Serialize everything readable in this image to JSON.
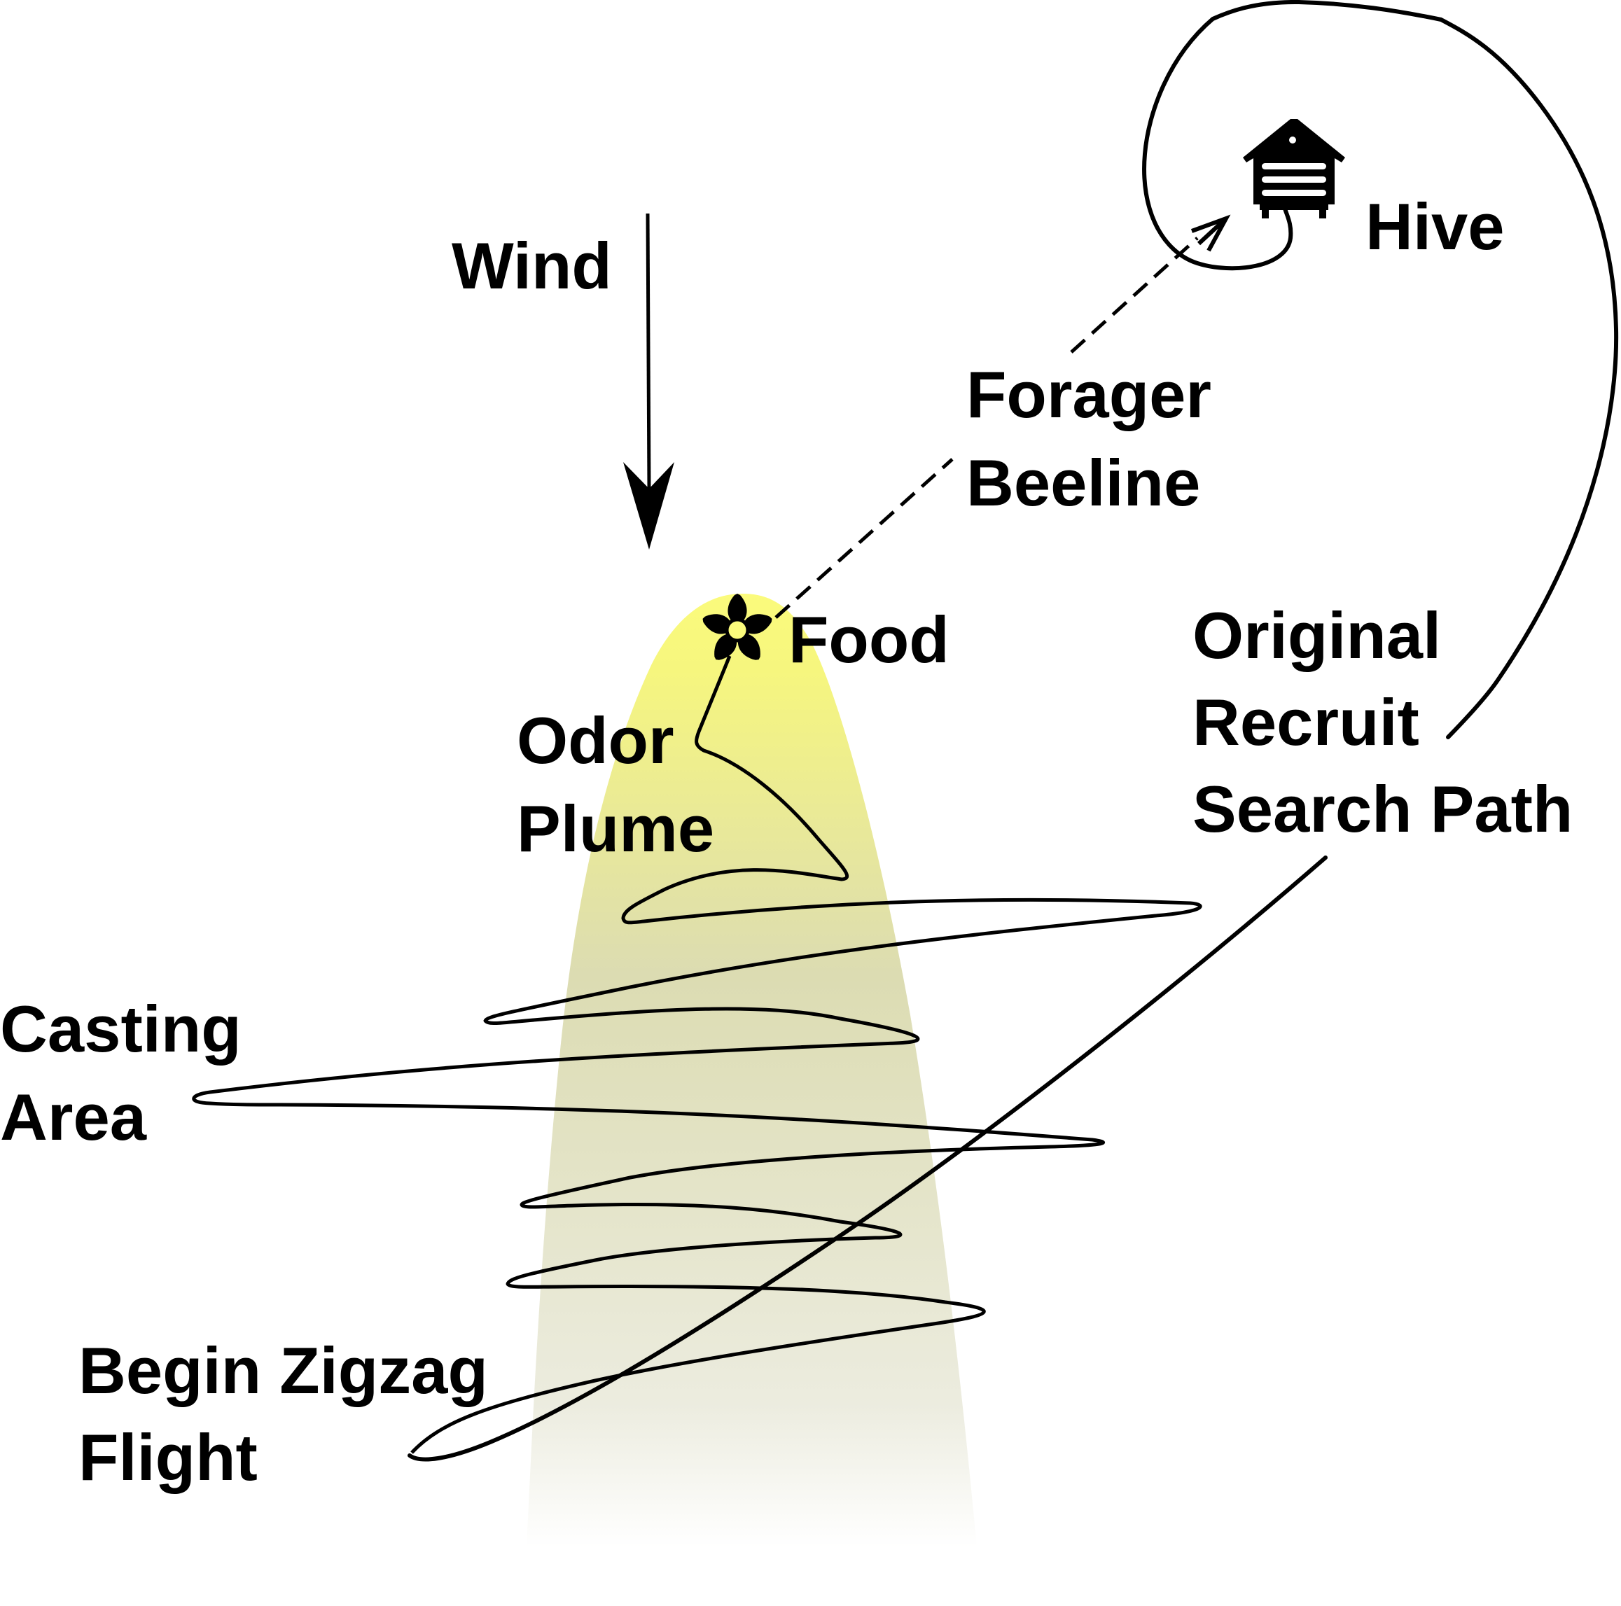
{
  "labels": {
    "wind": "Wind",
    "hive": "Hive",
    "forager_line1": "Forager",
    "forager_line2": "Beeline",
    "food": "Food",
    "odor_line1": "Odor",
    "odor_line2": "Plume",
    "original_line1": "Original",
    "original_line2": "Recruit",
    "original_line3": "Search Path",
    "casting_line1": "Casting",
    "casting_line2": "Area",
    "zigzag_line1": "Begin Zigzag",
    "zigzag_line2": "Flight"
  },
  "colors": {
    "ink": "#000000",
    "plume_top": "#fbfb7c",
    "plume_mid": "#dcdcb2",
    "plume_bottom": "#ffffff",
    "background": "#ffffff"
  },
  "icons": {
    "hive": "beehive-icon",
    "food": "flower-icon",
    "wind": "arrow-down-icon"
  }
}
